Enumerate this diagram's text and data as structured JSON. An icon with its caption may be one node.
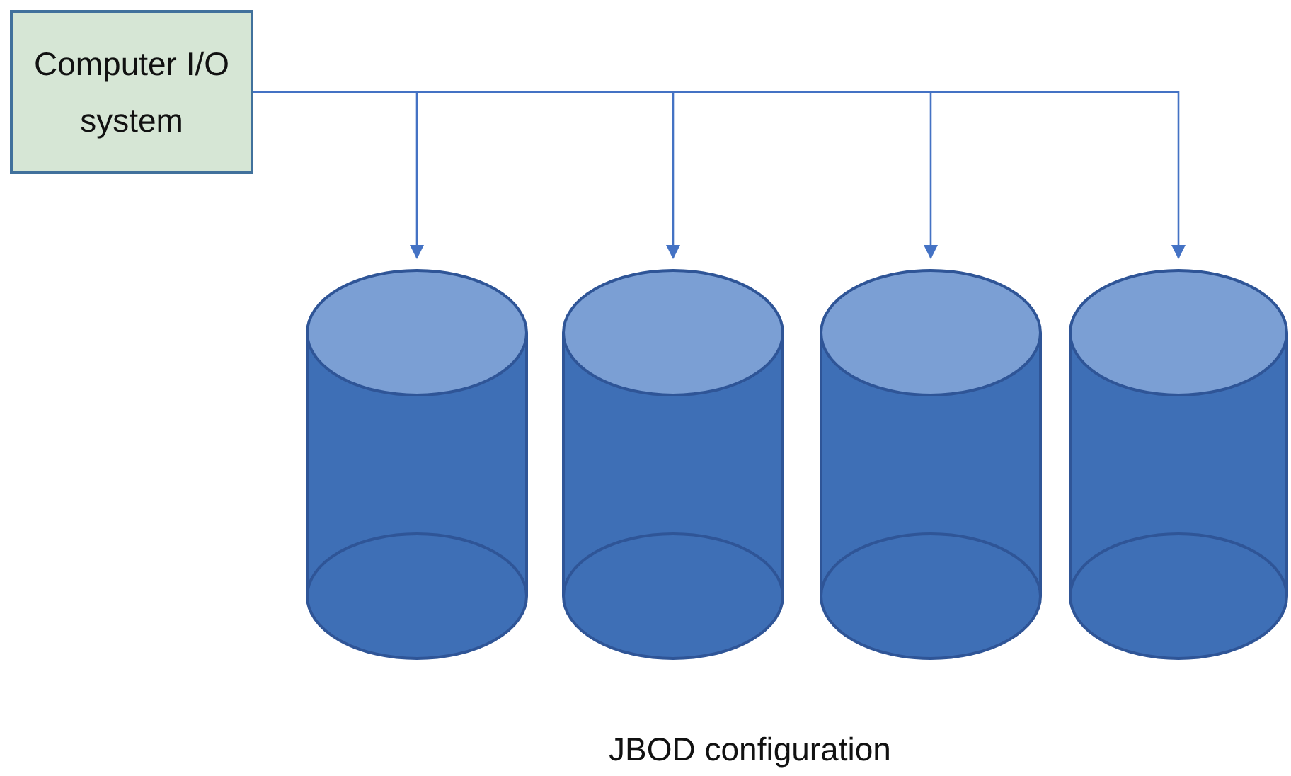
{
  "diagram": {
    "nodes": [
      {
        "text": [
          "Computer I/O system"
        ]
      },
      {
        "text": [],
        "shape": "cylinder"
      },
      {
        "text": [],
        "shape": "cylinder"
      },
      {
        "text": [],
        "shape": "cylinder"
      },
      {
        "text": [],
        "shape": "cylinder"
      }
    ],
    "edges": [
      {
        "from": 0,
        "to": 1,
        "arrow": "to"
      },
      {
        "from": 0,
        "to": 2,
        "arrow": "to"
      },
      {
        "from": 0,
        "to": 3,
        "arrow": "to"
      },
      {
        "from": 0,
        "to": 4,
        "arrow": "to"
      }
    ],
    "labels": [
      "JBOD configuration"
    ]
  }
}
